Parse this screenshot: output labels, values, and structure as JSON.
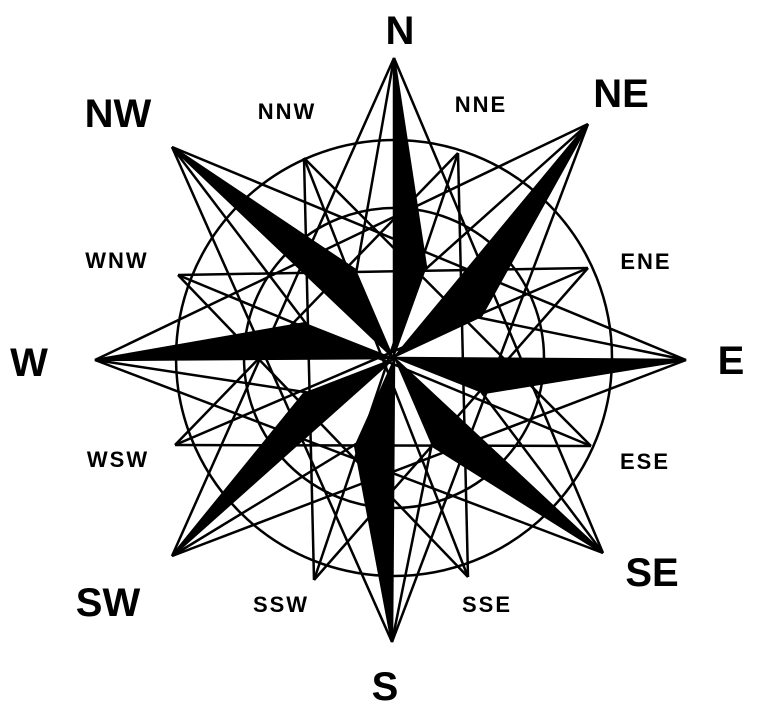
{
  "colors": {
    "ink": "#000000",
    "background": "#ffffff"
  },
  "labels": {
    "n": "N",
    "ne": "NE",
    "e": "E",
    "se": "SE",
    "s": "S",
    "sw": "SW",
    "w": "W",
    "nw": "NW",
    "nne": "NNE",
    "ene": "ENE",
    "ese": "ESE",
    "sse": "SSE",
    "ssw": "SSW",
    "wsw": "WSW",
    "wnw": "WNW",
    "nnw": "NNW"
  }
}
